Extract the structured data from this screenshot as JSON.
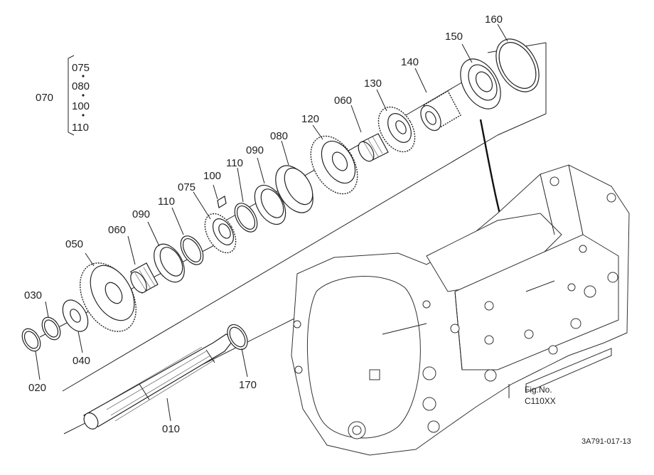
{
  "diagram": {
    "figure": {
      "heading": "Fig.No.",
      "code": "C110XX"
    },
    "drawing_number": "3A791-017-13",
    "group": {
      "label": "070",
      "members": [
        "075",
        "080",
        "100",
        "110"
      ]
    },
    "callouts": {
      "p010": "010",
      "p020": "020",
      "p030": "030",
      "p040": "040",
      "p050": "050",
      "p060a": "060",
      "p060b": "060",
      "p075": "075",
      "p080": "080",
      "p090a": "090",
      "p090b": "090",
      "p100": "100",
      "p110a": "110",
      "p110b": "110",
      "p120": "120",
      "p130": "130",
      "p140": "140",
      "p150": "150",
      "p160": "160",
      "p170": "170"
    }
  }
}
